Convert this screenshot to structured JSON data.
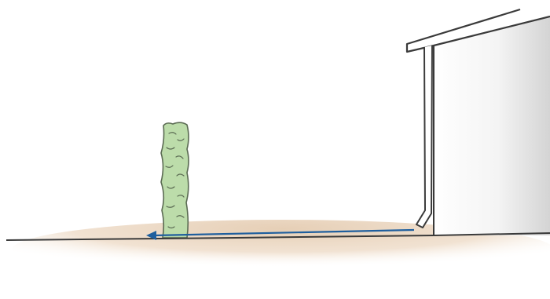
{
  "illustration": {
    "elements": [
      "ground-line",
      "soil-shadow",
      "house-wall",
      "roof-eave",
      "gutter",
      "downspout",
      "shrub-column",
      "water-flow-arrow"
    ],
    "colors": {
      "background": "#ffffff",
      "outline": "#3a3a3a",
      "wall_light": "#ffffff",
      "wall_shade": "#d4d4d4",
      "shrub_fill": "#bcdcaa",
      "shrub_outline": "#5a6a52",
      "soil": "#e6cfb6",
      "arrow": "#1f5f9e"
    }
  }
}
